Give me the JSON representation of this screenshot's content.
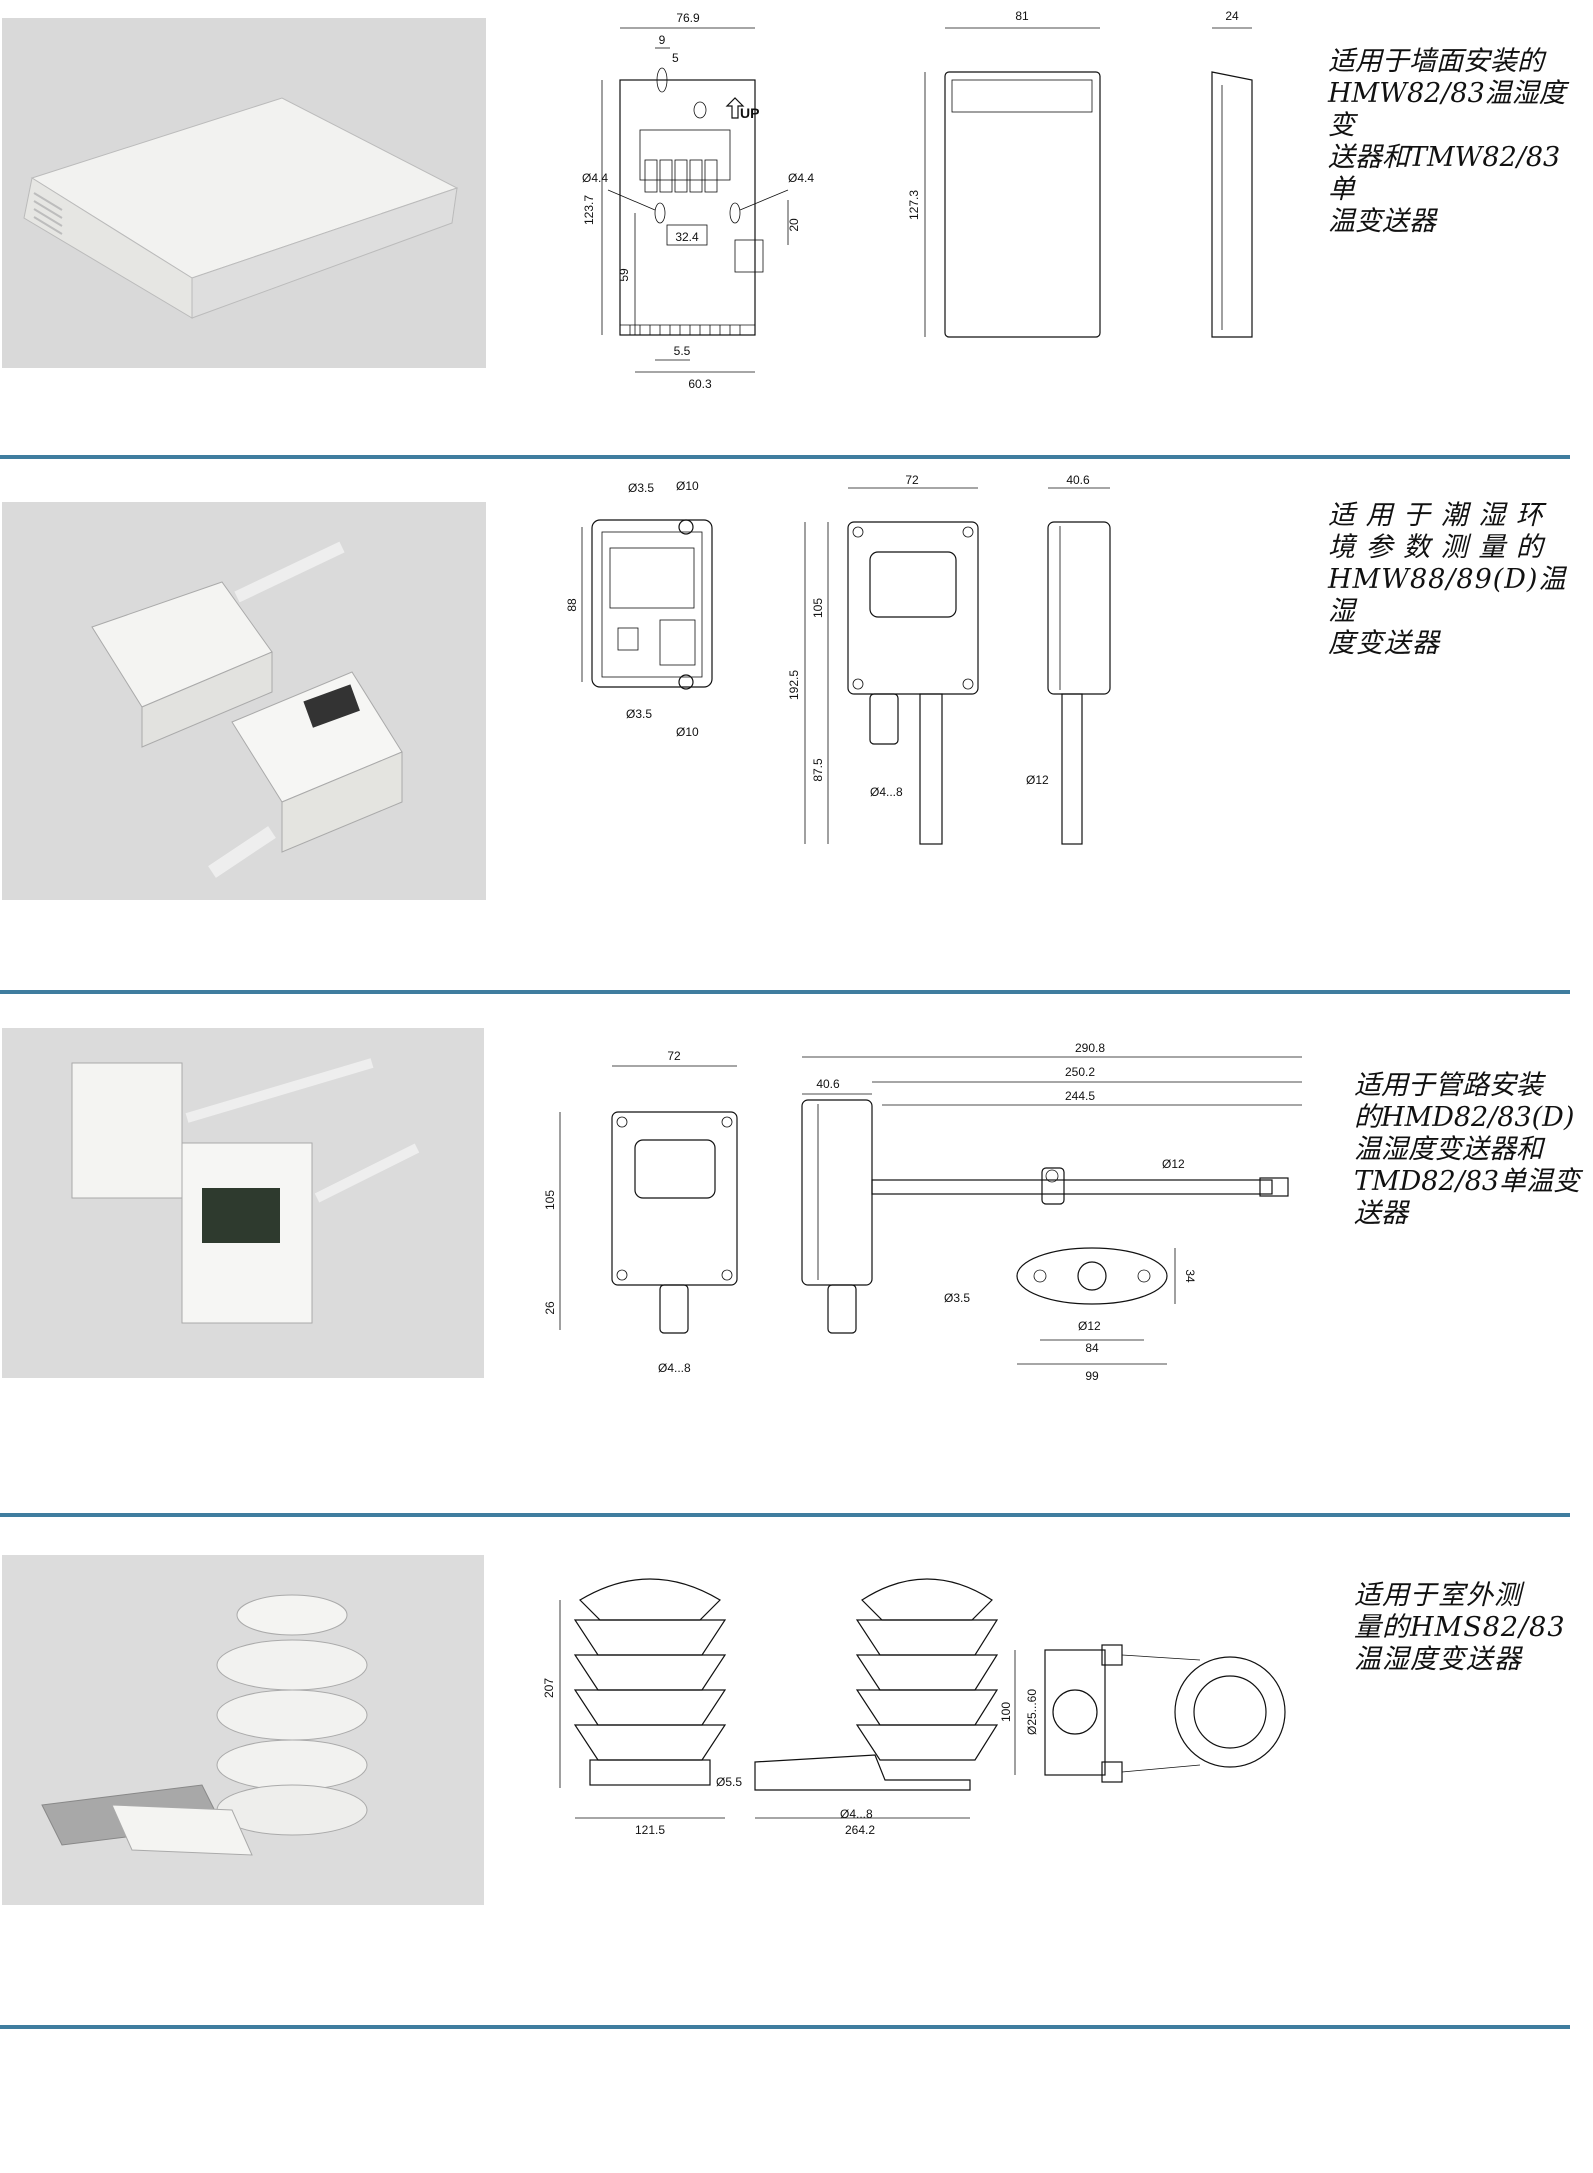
{
  "colors": {
    "rule": "#3f7d9f",
    "photo_bg": "#dcdcdc"
  },
  "sections": [
    {
      "description": "适用于墙面安装的\nHMW82/83温湿度变\n送器和TMW82/83单\n温变送器",
      "dims": {
        "w": "76.9",
        "top9": "9",
        "top5": "5",
        "hole_l": "Ø4.4",
        "hole_r": "Ø4.4",
        "up": "UP",
        "h": "123.7",
        "h59": "59",
        "h20": "20",
        "w32": "32.4",
        "w55": "5.5",
        "w60": "60.3",
        "front_w": "81",
        "front_h": "127.3",
        "side_w": "24"
      }
    },
    {
      "description": "适 用 于 潮 湿 环\n境 参 数 测 量 的\nHMW88/89(D)温湿\n度变送器",
      "dims": {
        "d35a": "Ø3.5",
        "d10a": "Ø10",
        "h88": "88",
        "d35b": "Ø3.5",
        "d10b": "Ø10",
        "w72": "72",
        "h105": "105",
        "h1925": "192.5",
        "h875": "87.5",
        "cable": "Ø4...8",
        "side_w": "40.6",
        "d12": "Ø12"
      }
    },
    {
      "description": "适用于管路安装\n的HMD82/83(D)\n温湿度变送器和\nTMD82/83单温变\n送器",
      "dims": {
        "w72": "72",
        "h105": "105",
        "h26": "26",
        "cable": "Ø4...8",
        "w2908": "290.8",
        "w406": "40.6",
        "w2502": "250.2",
        "w2445": "244.5",
        "d12a": "Ø12",
        "h34": "34",
        "d35": "Ø3.5",
        "d12b": "Ø12",
        "w84": "84",
        "w99": "99"
      }
    },
    {
      "description": "适用于室外测\n量的HMS82/83\n温湿度变送器",
      "dims": {
        "h207": "207",
        "d55": "Ø5.5",
        "w1215": "121.5",
        "cable": "Ø4...8",
        "w2642": "264.2",
        "h100": "100",
        "d2560": "Ø25...60"
      }
    }
  ]
}
